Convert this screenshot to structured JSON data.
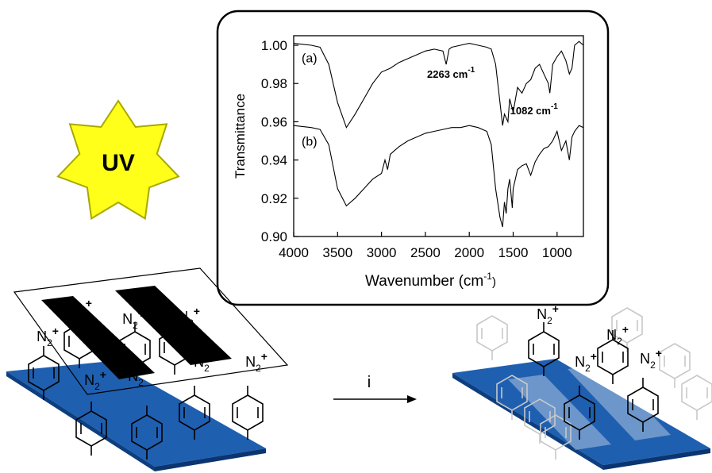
{
  "uv_badge": {
    "label": "UV",
    "fill_color": "#ffff1a",
    "stroke_color": "#a8a800"
  },
  "surface_color": "#1f5fb0",
  "arrow_label": "i",
  "group_label": "N",
  "group_subscript": "2",
  "group_charge": "+",
  "chart_data": {
    "type": "line",
    "xlabel": "Wavenumber (cm",
    "xlabel_sup": "-1",
    "xlabel_close": ")",
    "ylabel": "Transmittance",
    "xlim": [
      4000,
      700
    ],
    "ylim": [
      0.9,
      1.005
    ],
    "x_ticks": [
      "4000",
      "3500",
      "3000",
      "2500",
      "2000",
      "1500",
      "1000"
    ],
    "x_tick_values": [
      4000,
      3500,
      3000,
      2500,
      2000,
      1500,
      1000
    ],
    "y_ticks": [
      "1.00",
      "0.98",
      "0.96",
      "0.94",
      "0.92",
      "0.90"
    ],
    "y_tick_values": [
      1.0,
      0.98,
      0.96,
      0.94,
      0.92,
      0.9
    ],
    "series": [
      {
        "name": "(a)",
        "x": [
          4000,
          3800,
          3700,
          3600,
          3500,
          3400,
          3300,
          3200,
          3100,
          3000,
          2900,
          2800,
          2700,
          2600,
          2500,
          2400,
          2300,
          2263,
          2230,
          2200,
          2100,
          2000,
          1900,
          1800,
          1750,
          1700,
          1650,
          1620,
          1600,
          1580,
          1560,
          1540,
          1500,
          1450,
          1400,
          1350,
          1300,
          1250,
          1200,
          1150,
          1100,
          1082,
          1050,
          1000,
          950,
          900,
          860,
          830,
          800,
          750,
          700
        ],
        "y": [
          1.001,
          1.0,
          0.999,
          0.99,
          0.97,
          0.957,
          0.964,
          0.972,
          0.98,
          0.986,
          0.988,
          0.991,
          0.993,
          0.995,
          0.997,
          0.998,
          0.997,
          0.99,
          0.998,
          0.999,
          1.0,
          1.001,
          1.0,
          0.999,
          0.998,
          0.99,
          0.97,
          0.958,
          0.964,
          0.962,
          0.96,
          0.972,
          0.965,
          0.978,
          0.975,
          0.98,
          0.982,
          0.988,
          0.99,
          0.985,
          0.98,
          0.975,
          0.99,
          0.994,
          0.997,
          0.992,
          0.985,
          0.988,
          1.0,
          1.002,
          1.0
        ]
      },
      {
        "name": "(b)",
        "x": [
          4000,
          3800,
          3700,
          3600,
          3500,
          3400,
          3300,
          3200,
          3100,
          3000,
          2960,
          2930,
          2900,
          2850,
          2800,
          2700,
          2600,
          2500,
          2400,
          2300,
          2200,
          2100,
          2000,
          1900,
          1800,
          1750,
          1700,
          1650,
          1620,
          1600,
          1580,
          1560,
          1540,
          1510,
          1500,
          1450,
          1400,
          1350,
          1300,
          1250,
          1200,
          1150,
          1100,
          1050,
          1000,
          950,
          900,
          860,
          830,
          800,
          750,
          700
        ],
        "y": [
          0.958,
          0.957,
          0.956,
          0.948,
          0.925,
          0.916,
          0.92,
          0.925,
          0.93,
          0.933,
          0.94,
          0.935,
          0.943,
          0.945,
          0.947,
          0.95,
          0.952,
          0.954,
          0.955,
          0.956,
          0.957,
          0.957,
          0.958,
          0.957,
          0.955,
          0.948,
          0.925,
          0.91,
          0.905,
          0.918,
          0.912,
          0.925,
          0.93,
          0.915,
          0.925,
          0.935,
          0.937,
          0.938,
          0.932,
          0.939,
          0.943,
          0.946,
          0.947,
          0.95,
          0.955,
          0.945,
          0.95,
          0.94,
          0.952,
          0.955,
          0.958,
          0.957
        ]
      }
    ],
    "annotations": [
      {
        "text": "2263 cm",
        "sup": "-1",
        "x": 2263
      },
      {
        "text": "1082 cm",
        "sup": "-1",
        "x": 1082
      }
    ]
  }
}
